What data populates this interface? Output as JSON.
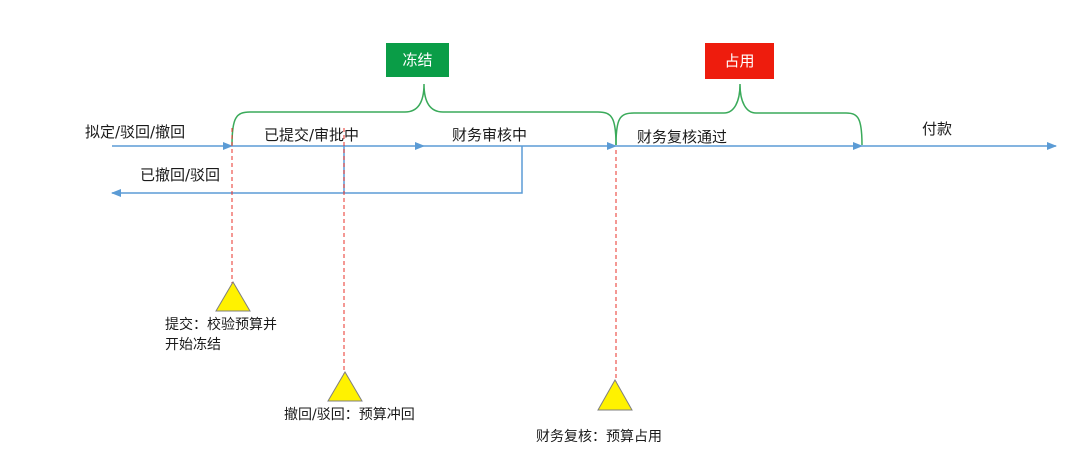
{
  "badges": {
    "freeze": {
      "label": "冻结",
      "color": "#0a9d47"
    },
    "occupy": {
      "label": "占用",
      "color": "#ee1c0d"
    }
  },
  "stages": {
    "draft": "拟定/驳回/撤回",
    "submitted": "已提交/审批中",
    "finance_review": "财务审核中",
    "finance_recheck_passed": "财务复核通过",
    "payment": "付款"
  },
  "return_path": {
    "label": "已撤回/驳回"
  },
  "events": {
    "submit_line1": "提交：校验预算并",
    "submit_line2": "开始冻结",
    "withdraw": "撤回/驳回：预算冲回",
    "recheck": "财务复核：预算占用"
  },
  "colors": {
    "arrow": "#5b9bd5",
    "brace": "#3aaa5a",
    "dashed": "#e8302a",
    "triangle_fill": "#fff200",
    "triangle_stroke": "#7f7f7f"
  }
}
